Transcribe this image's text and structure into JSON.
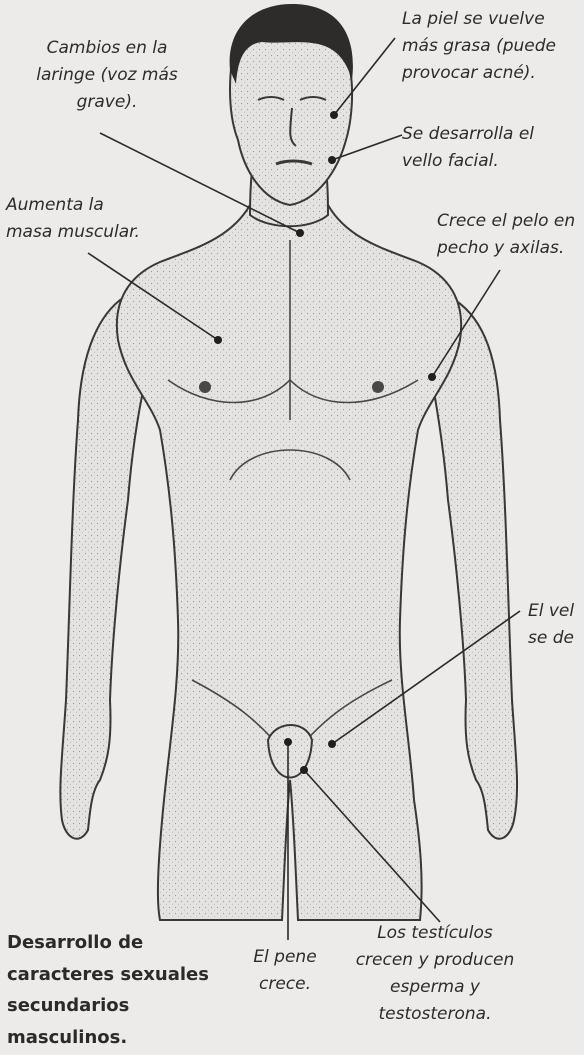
{
  "labels": {
    "laringe": [
      "Cambios en la",
      "laringe (voz más",
      "grave)."
    ],
    "piel": [
      "La piel se vuelve",
      "más grasa (puede",
      "provocar acné)."
    ],
    "vello_facial": [
      "Se desarrolla el",
      "vello facial."
    ],
    "masa": [
      "Aumenta la",
      "masa muscular."
    ],
    "pelo": [
      "Crece el pelo en",
      "pecho y axilas."
    ],
    "vello_pubico": [
      "El vel",
      "se de"
    ],
    "pene": [
      "El pene",
      "crece."
    ],
    "testiculos": [
      "Los testículos",
      "crecen y producen",
      "esperma y",
      "testosterona."
    ]
  },
  "caption": [
    "Desarrollo de",
    "caracteres sexuales",
    "secundarios",
    "masculinos."
  ],
  "colors": {
    "background": "#ecebea",
    "text": "#2c2c2c",
    "line": "#2a2a2a"
  }
}
